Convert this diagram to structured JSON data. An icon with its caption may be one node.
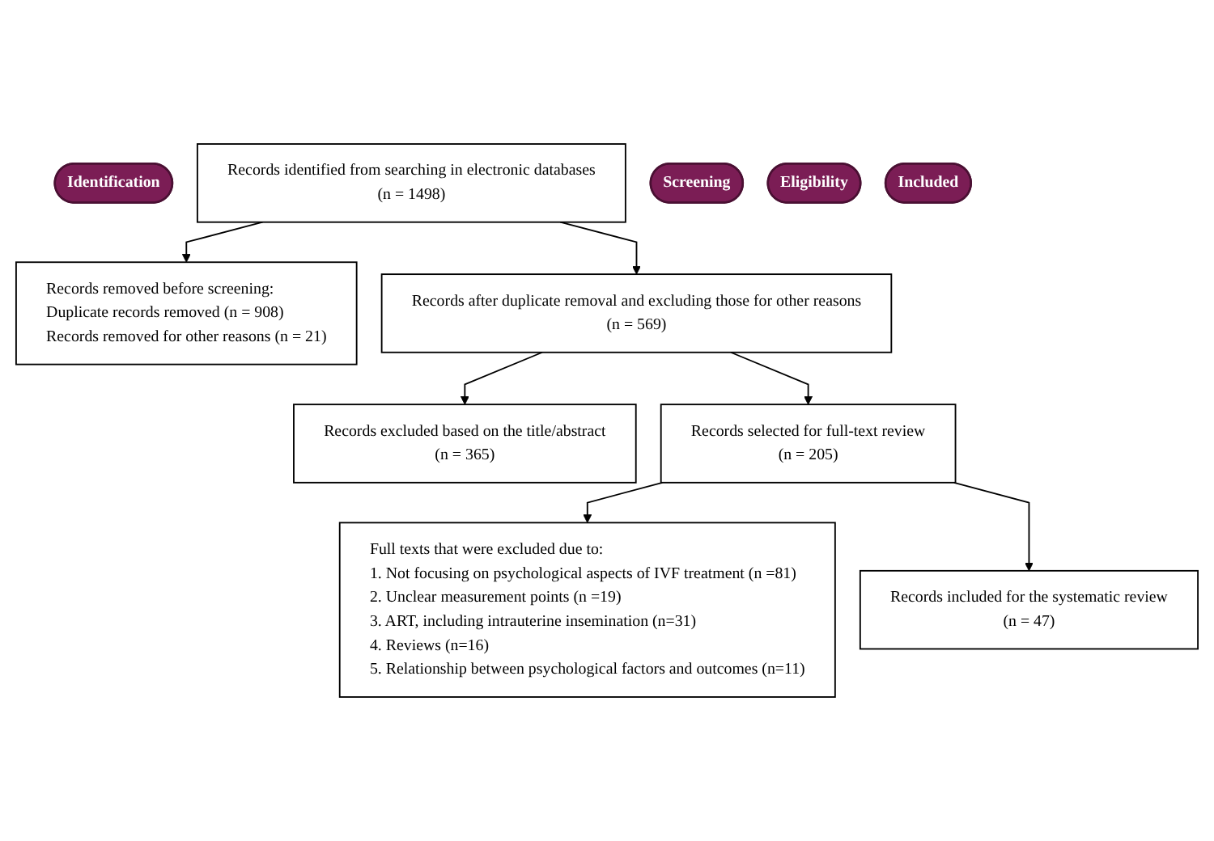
{
  "diagram": {
    "nodes": [
      {
        "text": [
          "Identification"
        ]
      },
      {
        "text": [
          "Records identified from searching in electronic databases",
          "(n = 1498)"
        ]
      },
      {
        "text": [
          "Records removed before screening:",
          "Duplicate records removed (n = 908)",
          "Records removed for other reasons (n = 21)"
        ]
      },
      {
        "text": [
          "Screening"
        ]
      },
      {
        "text": [
          "Records after duplicate removal and excluding those for other reasons",
          "(n = 569)"
        ]
      },
      {
        "text": [
          "Records excluded based on the title/abstract",
          "(n = 365)"
        ]
      },
      {
        "text": [
          "Eligibility"
        ]
      },
      {
        "text": [
          "Records selected for full-text review",
          "(n = 205)"
        ]
      },
      {
        "text": [
          "Full texts that were excluded due to:",
          "1. Not focusing on psychological aspects of IVF treatment (n =81)",
          "2. Unclear measurement points (n =19)",
          "3. ART, including intrauterine insemination (n=31)",
          "4. Reviews (n=16)",
          "5. Relationship between psychological factors and outcomes (n=11)"
        ]
      },
      {
        "text": [
          "Included"
        ]
      },
      {
        "text": [
          "Records included for the systematic review",
          "(n = 47)"
        ]
      }
    ],
    "edges": [
      {
        "from": 1,
        "to": 2,
        "arrow": "to"
      },
      {
        "from": 1,
        "to": 4,
        "arrow": "to"
      },
      {
        "from": 4,
        "to": 5,
        "arrow": "to"
      },
      {
        "from": 4,
        "to": 7,
        "arrow": "to"
      },
      {
        "from": 7,
        "to": 8,
        "arrow": "to"
      },
      {
        "from": 7,
        "to": 10,
        "arrow": "to"
      }
    ]
  }
}
